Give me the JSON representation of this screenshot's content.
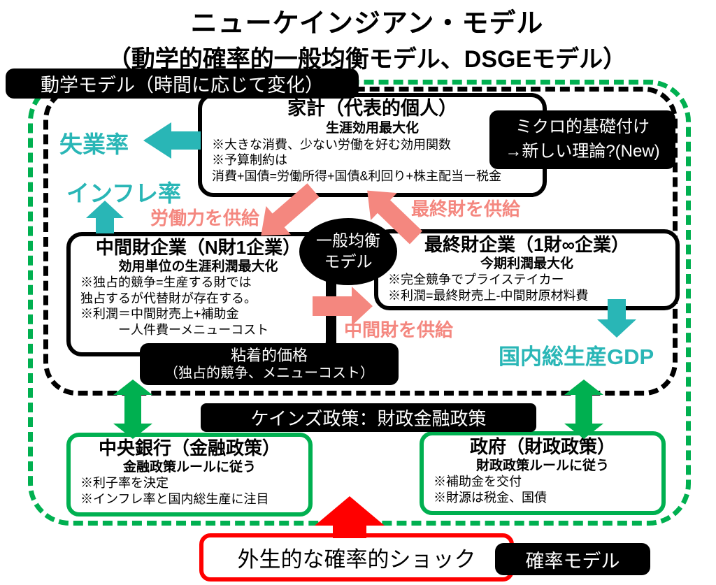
{
  "title": {
    "line1": "ニューケインジアン・モデル",
    "line2": "（動学的確率的一般均衡モデル、DSGEモデル）"
  },
  "labels": {
    "dynamic_model": "動学モデル（時間に応じて変化）",
    "micro_foundation_line1": "ミクロ的基礎付け",
    "micro_foundation_line2": "→新しい理論?(New)",
    "unemployment": "失業率",
    "inflation": "インフレ率",
    "labor_supply": "労働力を供給",
    "final_goods_supply": "最終財を供給",
    "intermediate_goods_supply": "中間財を供給",
    "gdp": "国内総生産GDP",
    "general_equilibrium_line1": "一般均衡",
    "general_equilibrium_line2": "モデル",
    "sticky_price_line1": "粘着的価格",
    "sticky_price_line2": "（独占的競争、メニューコスト）",
    "keynes_policy": "ケインズ政策：財政金融政策",
    "exogenous_shock": "外生的な確率的ショック",
    "stochastic_model": "確率モデル"
  },
  "boxes": {
    "household": {
      "title": "家計（代表的個人）",
      "subtitle": "生涯効用最大化",
      "lines": [
        "※大きな消費、少ない労働を好む効用関数",
        "※予算制約は",
        "消費+国債=労働所得+国債&利回り+株主配当ー税金"
      ]
    },
    "intermediate_firm": {
      "title": "中間財企業（N財1企業）",
      "subtitle": "効用単位の生涯利潤最大化",
      "lines": [
        "※独占的競争=生産する財では",
        "独占するが代替財が存在する。",
        "※利潤＝中間財売上+補助金",
        "　　　ー人件費ーメニューコスト"
      ]
    },
    "final_firm": {
      "title": "最終財企業（1財∞企業）",
      "subtitle": "今期利潤最大化",
      "lines": [
        "※完全競争でプライステイカー",
        "※利潤=最終財売上-中間財原材料費"
      ]
    },
    "central_bank": {
      "title": "中央銀行（金融政策）",
      "subtitle": "金融政策ルールに従う",
      "lines": [
        "※利子率を決定",
        "※インフレ率と国内総生産に注目"
      ]
    },
    "government": {
      "title": "政府（財政政策）",
      "subtitle": "財政政策ルールに従う",
      "lines": [
        "※補助金を交付",
        "※財源は税金、国債"
      ]
    }
  },
  "colors": {
    "teal": "#29B6B6",
    "salmon": "#F4877F",
    "green": "#00B050",
    "red": "#FF0000",
    "black": "#000000"
  }
}
